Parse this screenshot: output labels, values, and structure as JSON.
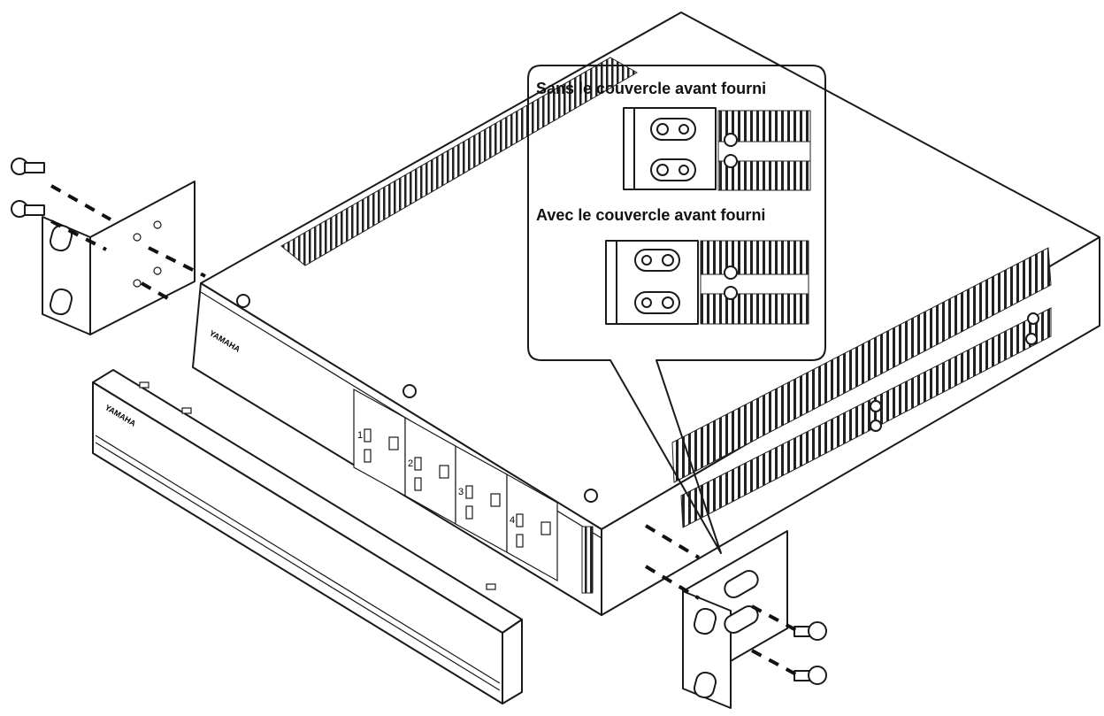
{
  "callout": {
    "without_cover_label": "Sans le couvercle avant fourni",
    "with_cover_label": "Avec le couvercle avant fourni"
  },
  "device": {
    "brand_logo": "YAMAHA",
    "channels": [
      "1",
      "2",
      "3",
      "4"
    ]
  },
  "colors": {
    "line": "#1a1a1a",
    "background": "#ffffff"
  }
}
